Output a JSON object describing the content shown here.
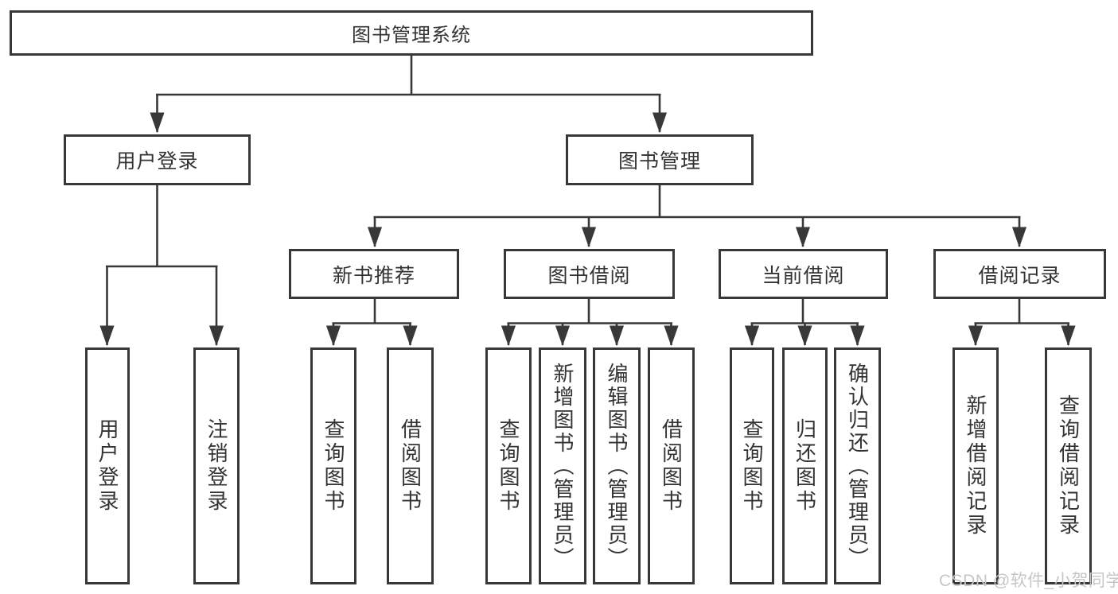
{
  "colors": {
    "background": "#ffffff",
    "line": "#383838",
    "box_border": "#383838",
    "box_fill": "#ffffff",
    "text": "#333333",
    "watermark_text": "#c6c6c6"
  },
  "tree": {
    "root": {
      "label": "图书管理系统",
      "children": [
        {
          "label": "用户登录",
          "children": [
            {
              "label": "用户登录"
            },
            {
              "label": "注销登录"
            }
          ]
        },
        {
          "label": "图书管理",
          "children": [
            {
              "label": "新书推荐",
              "children": [
                {
                  "label": "查询图书"
                },
                {
                  "label": "借阅图书"
                }
              ]
            },
            {
              "label": "图书借阅",
              "children": [
                {
                  "label": "查询图书"
                },
                {
                  "label": "新增图书（管理员）"
                },
                {
                  "label": "编辑图书（管理员）"
                },
                {
                  "label": "借阅图书"
                }
              ]
            },
            {
              "label": "当前借阅",
              "children": [
                {
                  "label": "查询图书"
                },
                {
                  "label": "归还图书"
                },
                {
                  "label": "确认归还（管理员）"
                }
              ]
            },
            {
              "label": "借阅记录",
              "children": [
                {
                  "label": "新增借阅记录"
                },
                {
                  "label": "查询借阅记录"
                }
              ]
            }
          ]
        }
      ]
    }
  },
  "watermark": {
    "text": "CSDN @软件_小贺同学"
  }
}
